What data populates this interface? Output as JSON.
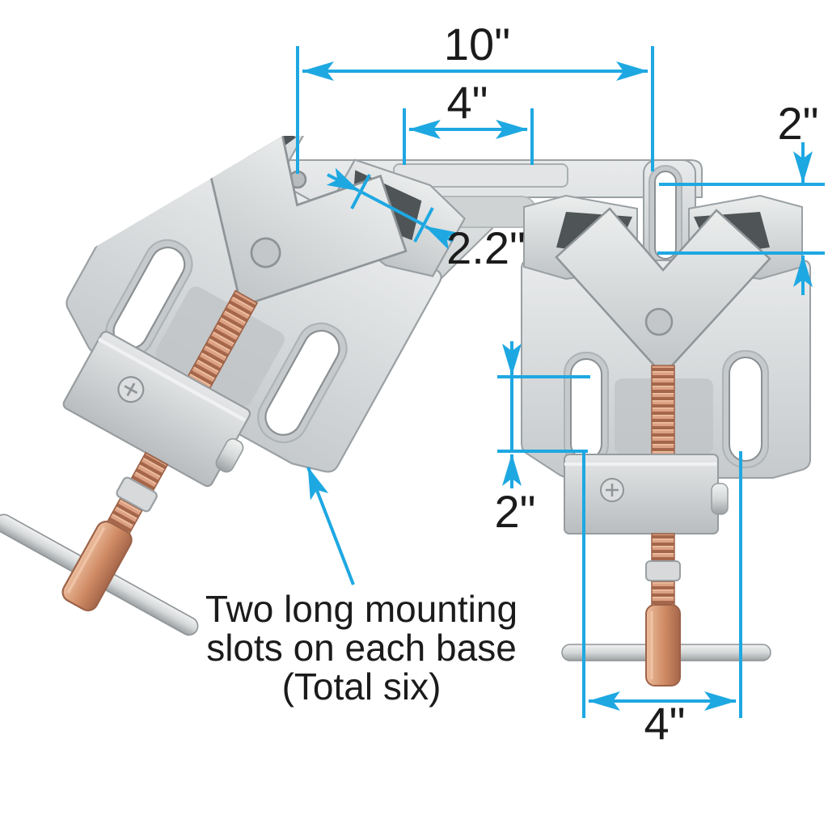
{
  "figure": {
    "type": "product-dimension-diagram",
    "subject": "Two-axis welding angle clamp with copper screws and T-handles",
    "background": "#ffffff"
  },
  "colors": {
    "dimension_accent": "#1ea8e2",
    "label_text": "#1b1b1b",
    "metal_light": "#e6e8e9",
    "metal_mid": "#c9cccd",
    "metal_dark_face": "#4f5456",
    "copper": "#d2906c",
    "copper_dark": "#a5664a",
    "slot_fill": "#ffffff"
  },
  "dims": {
    "overall_width": "10\"",
    "top_rib_width": "4\"",
    "tab_slot_length": "2\"",
    "corner_throat": "2.2\"",
    "base_slot_length": "2\"",
    "base_width": "4\""
  },
  "callout": {
    "line1": "Two long mounting",
    "line2": "slots on each base",
    "line3": "(Total six)"
  }
}
